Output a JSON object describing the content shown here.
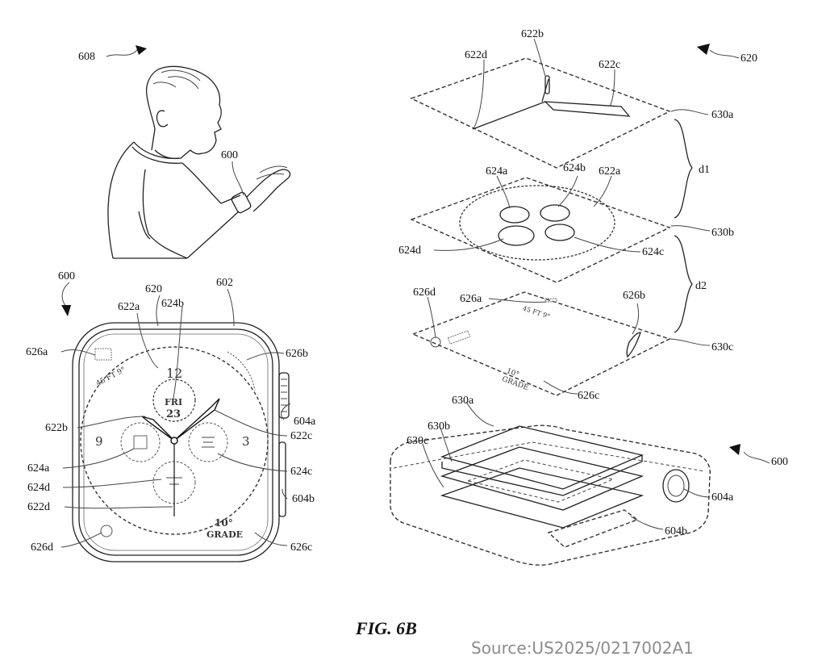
{
  "figure": {
    "caption": "FIG. 6B",
    "source": "Source:US2025/0217002A1"
  },
  "labels": {
    "l608": "608",
    "l600_user": "600",
    "l600_front": "600",
    "l620_front": "620",
    "l602": "602",
    "l622a_front": "622a",
    "l624b_front": "624b",
    "l626a_front": "626a",
    "l626b_front": "626b",
    "l604a_front": "604a",
    "l622b_front": "622b",
    "l622c_front": "622c",
    "l624a_front": "624a",
    "l624c_front": "624c",
    "l624d_front": "624d",
    "l604b_front": "604b",
    "l622d_front": "622d",
    "l626d_front": "626d",
    "l626c_front": "626c",
    "l622b_exp": "622b",
    "l622d_exp": "622d",
    "l622c_exp": "622c",
    "l620_exp": "620",
    "l630a_exp": "630a",
    "l624a_exp": "624a",
    "l624b_exp": "624b",
    "l622a_exp": "622a",
    "l_d1": "d1",
    "l630b_exp": "630b",
    "l624d_exp": "624d",
    "l624c_exp": "624c",
    "l626d_exp": "626d",
    "l626a_exp": "626a",
    "l626b_exp": "626b",
    "l_d2": "d2",
    "l630c_exp": "630c",
    "l626c_exp": "626c",
    "l630a_dev": "630a",
    "l630b_dev": "630b",
    "l630c_dev": "630c",
    "l600_dev": "600",
    "l604a_dev": "604a",
    "l604b_dev": "604b"
  },
  "watch_face": {
    "hour_12": "12",
    "hour_3": "3",
    "hour_9": "9",
    "date_weekday": "FRI",
    "date_day": "23",
    "temp_top": "45 FT 9°",
    "grade_number": "10°",
    "grade_word": "GRADE"
  }
}
